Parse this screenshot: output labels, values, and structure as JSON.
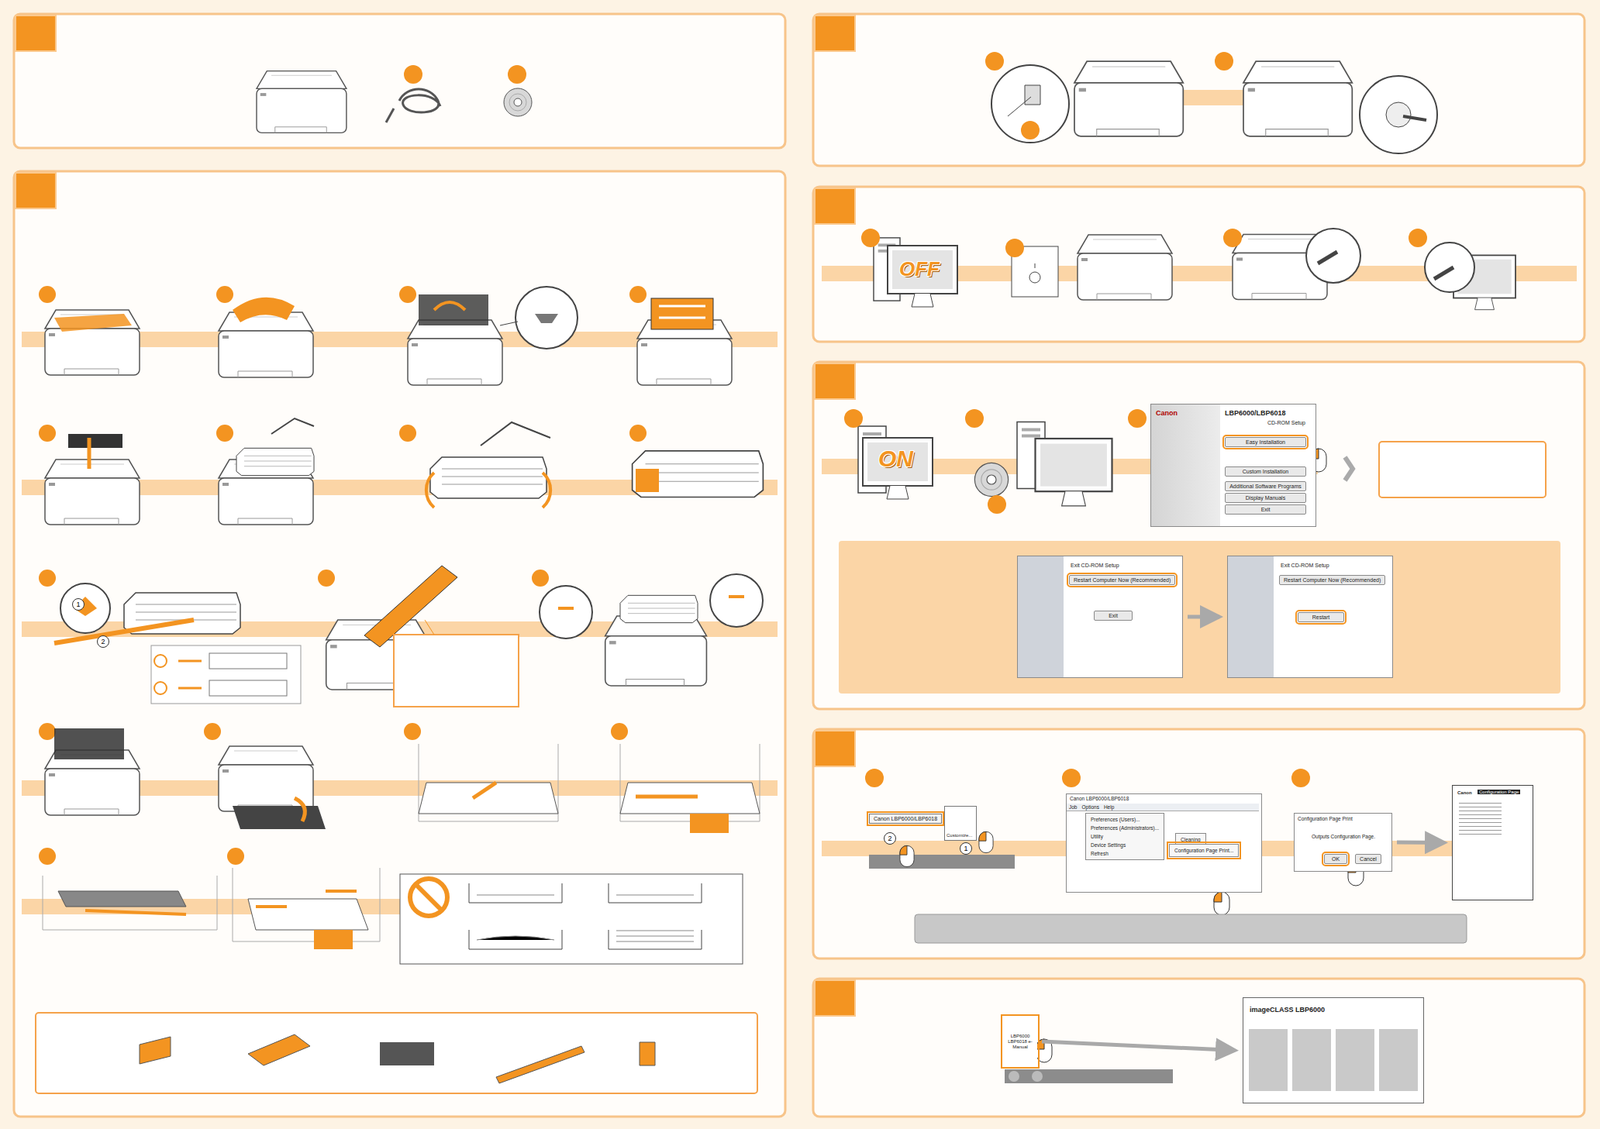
{
  "diagram": {
    "nodes": [
      {
        "text": [
          "Canon",
          "LBP6000/LBP6018",
          "CD-ROM Setup"
        ]
      },
      {
        "text": [
          "Easy Installation"
        ],
        "in": 0
      },
      {
        "text": [
          "Custom Installation"
        ],
        "in": 0
      },
      {
        "text": [
          "Additional Software Programs"
        ],
        "in": 0
      },
      {
        "text": [
          "Display Manuals"
        ],
        "in": 0
      },
      {
        "text": [
          "Exit"
        ],
        "in": 0
      },
      {
        "text": [
          "Exit CD-ROM Setup"
        ]
      },
      {
        "text": [
          "Restart Computer Now (Recommended)"
        ],
        "in": 6
      },
      {
        "text": [
          "Exit"
        ],
        "in": 6
      },
      {
        "text": [
          "Exit CD-ROM Setup"
        ]
      },
      {
        "text": [
          "Restart Computer Now (Recommended)"
        ],
        "in": 9
      },
      {
        "text": [
          "Restart"
        ],
        "in": 9
      },
      {
        "text": [
          "Canon LBP6000/LBP6018"
        ]
      },
      {
        "text": [
          "Customize..."
        ]
      },
      {
        "text": [
          "Canon LBP6000/LBP6018"
        ]
      },
      {
        "text": [
          "Job",
          "Options",
          "Help"
        ],
        "in": 14
      },
      {
        "text": [
          "Preferences (Users)...",
          "Preferences (Administrators)...",
          "Utility",
          "Device Settings",
          "Refresh"
        ],
        "in": 14
      },
      {
        "text": [
          "Cleaning"
        ],
        "in": 14
      },
      {
        "text": [
          "Configuration Page Print..."
        ],
        "in": 14
      },
      {
        "text": [
          "Configuration Page Print",
          "Outputs Configuration Page."
        ]
      },
      {
        "text": [
          "OK"
        ],
        "in": 19
      },
      {
        "text": [
          "Cancel"
        ],
        "in": 19
      },
      {
        "text": [
          "Canon",
          "Configuration Page"
        ]
      },
      {
        "text": [
          "LBP6000 LBP6018 e-Manual"
        ]
      },
      {
        "text": [
          "imageCLASS LBP6000"
        ]
      }
    ],
    "edges": [
      {
        "from": 6,
        "to": 9,
        "arrow": "to"
      },
      {
        "from": 19,
        "to": 22,
        "arrow": "to"
      },
      {
        "from": 23,
        "to": 24,
        "arrow": "to"
      }
    ],
    "labels": [
      "1",
      "2",
      "OFF",
      "ON",
      "2",
      "1"
    ]
  }
}
